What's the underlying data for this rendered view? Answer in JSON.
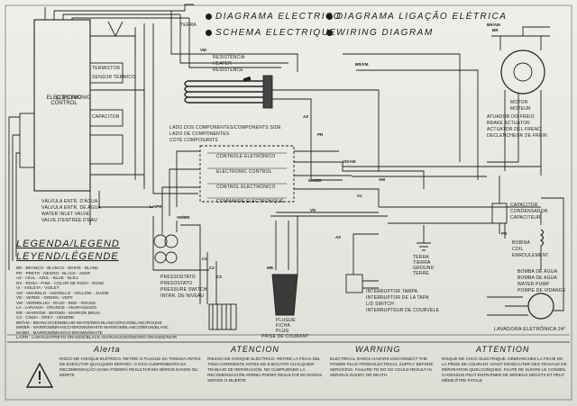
{
  "titles": [
    "DIAGRAMA ELECTRICO",
    "DIAGRAMA LIGAÇÃO ELÉTRICA",
    "SCHEMA ELECTRIQUE",
    "WIRING DIAGRAM"
  ],
  "left": {
    "electronic_control": "ELECTRONIC CONTROL",
    "thermistor": "TERMISTOR",
    "sensor": "SENSOR TÉRMICO",
    "capacitor": "CAPACITOR",
    "valves": [
      "VÁLVULA ENTR. D'ÁGUA",
      "VÁLVULA ENTR. DE AGUA",
      "WATER INLET VALVE",
      "VALVE D'ENTRÉE D'EAU"
    ],
    "terra": "TERRA"
  },
  "heater": [
    "RESISTÊNCIA",
    "HEATER",
    "RESISTENCE"
  ],
  "side_labels": [
    "LADO DOS COMPONENTES/COMPONENTS SIDE",
    "LADO DE COMPONENTES",
    "COTÉ COMPOSANTS"
  ],
  "control_box": [
    "CONTROLE ELETRÔNICO",
    "ELECTRONIC CONTROL",
    "CONTROL ELECTRÓNICO",
    "COMMANDE ELECTRONIQUE"
  ],
  "motor": {
    "motor_labels": [
      "MOTOR",
      "MOTEUR"
    ],
    "actuator": [
      "ATUADOR DO FREIO",
      "BRAKE ACTUATOR",
      "ACTUATOR DEL FRENO",
      "DECLENCHEUR DE FREIN"
    ]
  },
  "capacitor_right": [
    "CAPACITOR",
    "CONDENSADOR",
    "CAPACITEUR"
  ],
  "coil": [
    "BOBINA",
    "COIL",
    "ENROULEMENT"
  ],
  "pump": [
    "BOMBA DE ÁGUA",
    "BOMBA DE AGUA",
    "WATER PUMP",
    "POMPE DE VIDANGE"
  ],
  "ground": [
    "TERRA",
    "TIERRA",
    "GROUND",
    "TERRE"
  ],
  "pressostat": [
    "PRESSOSTATO",
    "PRESOSTATO",
    "PRESSURE SWITCH",
    "INTRR. DE NIVEAU"
  ],
  "plug": [
    "PLUGUE",
    "FICHA",
    "PLUG",
    "PRISE DE COURANT"
  ],
  "lid_switch": [
    "INTERRUPTOR TAMPA",
    "INTERRUPTOR DE LA TAPA",
    "LID SWITCH",
    "INTERRUPTEUR DE COURVELE"
  ],
  "model": "LAVADORA ELETRÔNICA 24°",
  "wire_codes": [
    "BR/VM",
    "VM",
    "PR",
    "AZ",
    "MR",
    "VD/AM",
    "AM",
    "BR",
    "BR/AM",
    "MA/BR",
    "LA/PR",
    "VJ",
    "VD",
    "AZ",
    "VM/BR",
    "PR",
    "C1",
    "C2",
    "C3"
  ],
  "legend": {
    "title1": "LEGENDA/LEGEND",
    "title2": "LEYEND/LÉGENDE",
    "lines": [
      "BR - BRANCO - BLANCO - WHITE - BLANC",
      "PR - PRETO - NEGRO - BLACK - NOIR",
      "AZ - AZUL - AZUL - BLUE - BLEU",
      "RS - ROSA - PINK - COLOR DE ROSA - ROSE",
      "VI - VIOLETA - VIOLET",
      "AM - AMARELO - AMARILLO - YELLOW - JAUNE",
      "VD - VERDE - GREEN - VERT",
      "VM - VERMELHO - ROJO - RED - ROUGE",
      "LA - LARANJA - ORANGE - ANARANJADO",
      "MR - MARROM - BROWN - MARRON BRUN",
      "CZ - CINZA - GREY - CENDRE",
      "BR/VM - BRANCO/VERMELHO-WHITE/RED-BLANCO/ROJO/BLANC/ROUGE",
      "MR/BR - MARROM/BRANCO-BROWN/WHITE-MARRON/BLANCO/BRUN/BLANC",
      "MA/BR - MARROM/BRANCO-BROWN/WHITE",
      "LA/PR - LARANJA/PRETO-ORANGE/BLACK-ANARANJADO/NEGRO-ORANGE/NOIR"
    ]
  },
  "warnings": [
    {
      "title": "Alerta",
      "text": "RISCO DE CHOQUE ELÉTRICO. RETIRE O PLUGUE DA TOMADA ANTES DE EXECUTAR QUALQUER REPARO. O NÃO CUMPRIMENTO DA RECOMENDAÇÃO ACIMA PODERÁ RESULTAR EM SÉRIOS DANOS OU MORTE"
    },
    {
      "title": "ATENCION",
      "text": "RIESGO DE CHOQUE ELÉCTRICO. RETIRE LA FICHA DEL TOMA CORRIENTE ANTES DE EJECUTAR CUALQUIER TRABAJO DE REPARACIÓN. NO CUMPLIENDO LA RECOMENDACIÓN ARRIBA PODRÁ RESULTAR EN DAÑOS SERIOS O MUERTE"
    },
    {
      "title": "WARNING",
      "text": "ELECTRICAL SHOCK HAZARD DISCONNECT THE POWER PLUG FROM ELECTRICAL SUPPLY BEFORE SERVICING. FAILURE TO DO SO COULD RESULT IN SERIOUS INJURY OR DEATH"
    },
    {
      "title": "ATTENTION",
      "text": "RISQUE DE CHOC ÉLECTRIQUE. DÉBRANCHEZ LA FICHE DE LA PRISE DE COURANT AVANT D'EXÉCUTER DES TRAVAUX DE RÉPARATION QUELCONQUES. FAUTE DE SUIVRE LE CONSEIL CI-DESSUS PEUT ENTRAÎNER DE SÉRIEUX DÉGÂTS ET PEUT MÊME ÊTRE FATALE"
    }
  ]
}
